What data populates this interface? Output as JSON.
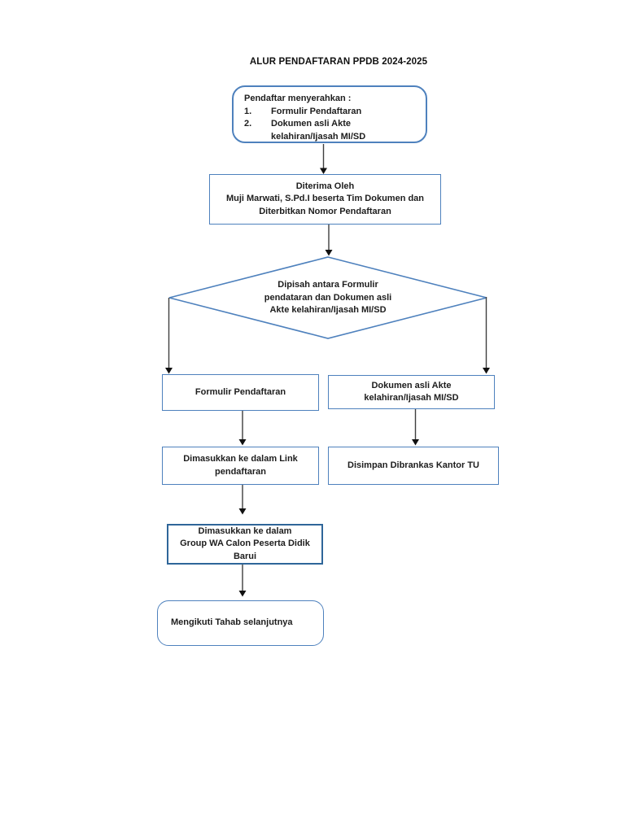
{
  "page": {
    "title": "ALUR PENDAFTARAN PPDB 2024-2025"
  },
  "colors": {
    "shape_border_blue": "#4e81bd",
    "emphasis_border_blue": "#2f6699",
    "arrow_line": "#3f3f3f",
    "arrow_head": "#111111",
    "text": "#1d1d1d"
  },
  "nodes": {
    "start": {
      "intro": "Pendaftar menyerahkan :",
      "item1_num": "1.",
      "item1_text": "Formulir Pendaftaran",
      "item2_num": "2.",
      "item2_text": "Dokumen asli Akte",
      "item2_cont": "kelahiran/Ijasah MI/SD"
    },
    "received": {
      "line1": "Diterima Oleh",
      "line2": "Muji Marwati, S.Pd.I beserta Tim Dokumen dan",
      "line3": "Diterbitkan Nomor Pendaftaran"
    },
    "decision": {
      "line1": "Dipisah antara Formulir",
      "line2": "pendataran dan Dokumen asli",
      "line3": "Akte kelahiran/Ijasah MI/SD"
    },
    "form_branch": {
      "line1": "Formulir Pendaftaran"
    },
    "doc_branch": {
      "line1": "Dokumen asli Akte",
      "line2": "kelahiran/Ijasah MI/SD"
    },
    "link_entry": {
      "line1": "Dimasukkan ke dalam Link",
      "line2": "pendaftaran"
    },
    "safe_storage": {
      "line1": "Disimpan Dibrankas Kantor TU"
    },
    "wa_group": {
      "line1": "Dimasukkan ke dalam",
      "line2": "Group WA Calon Peserta Didik",
      "line3": "Barui"
    },
    "next_step": {
      "line1": "Mengikuti Tahab selanjutnya"
    }
  }
}
